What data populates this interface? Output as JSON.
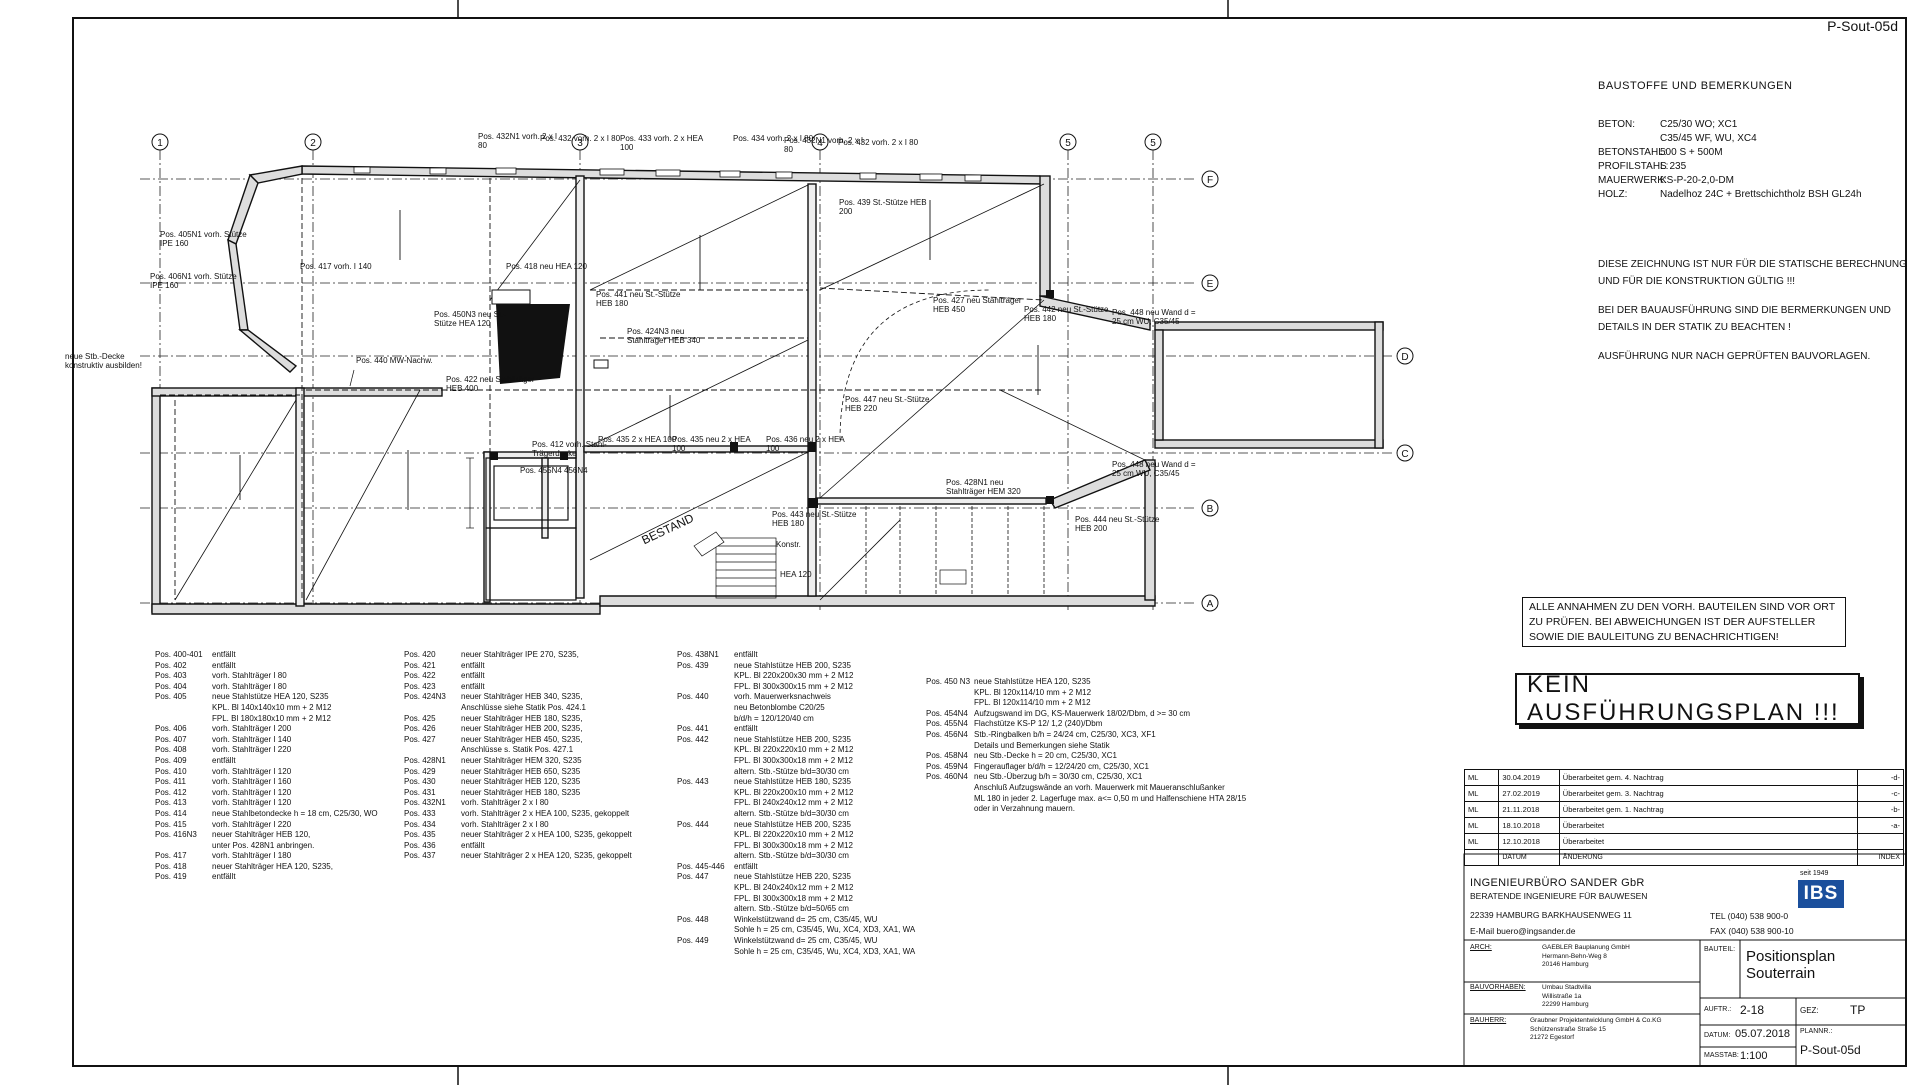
{
  "sheet_id": "P-Sout-05d",
  "materials": {
    "title": "BAUSTOFFE UND BEMERKUNGEN",
    "rows": [
      {
        "k": "BETON:",
        "v": "C25/30 WO; XC1"
      },
      {
        "k": "",
        "v": "C35/45 WF, WU, XC4"
      },
      {
        "k": "BETONSTAHL:",
        "v": "500 S + 500M"
      },
      {
        "k": "PROFILSTAHL:",
        "v": "S 235"
      },
      {
        "k": "MAUERWERK:",
        "v": "KS-P-20-2,0-DM"
      },
      {
        "k": "HOLZ:",
        "v": "Nadelhoz 24C + Brettschichtholz BSH GL24h"
      }
    ]
  },
  "notes": [
    "DIESE ZEICHNUNG IST NUR FÜR DIE STATISCHE BERECHNUNG UND FÜR DIE KONSTRUKTION GÜLTIG !!!",
    "BEI DER BAUAUSFÜHRUNG SIND DIE BERMERKUNGEN UND DETAILS IN DER STATIK ZU BEACHTEN !",
    "AUSFÜHRUNG NUR NACH GEPRÜFTEN BAUVORLAGEN."
  ],
  "warning_box": "ALLE ANNAHMEN ZU DEN VORH. BAUTEILEN SIND VOR ORT ZU PRÜFEN. BEI ABWEICHUNGEN IST DER AUFSTELLER SOWIE DIE BAULEITUNG ZU BENACHRICHTIGEN!",
  "not_execution_plan": "KEIN AUSFÜHRUNGSPLAN !!!",
  "revisions": [
    {
      "by": "ML",
      "date": "30.04.2019",
      "change": "Überarbeitet gem. 4. Nachtrag",
      "index": "-d-"
    },
    {
      "by": "ML",
      "date": "27.02.2019",
      "change": "Überarbeitet gem. 3. Nachtrag",
      "index": "-c-"
    },
    {
      "by": "ML",
      "date": "21.11.2018",
      "change": "Überarbeitet gem. 1. Nachtrag",
      "index": "-b-"
    },
    {
      "by": "ML",
      "date": "18.10.2018",
      "change": "Überarbeitet",
      "index": "-a-"
    },
    {
      "by": "ML",
      "date": "12.10.2018",
      "change": "Überarbeitet",
      "index": ""
    }
  ],
  "rev_header": {
    "date": "DATUM",
    "change": "ÄNDERUNG",
    "index": "INDEX"
  },
  "office": {
    "name": "INGENIEURBÜRO SANDER GbR",
    "sub": "BERATENDE INGENIEURE FÜR BAUWESEN",
    "address": "22339 HAMBURG BARKHAUSENWEG 11",
    "email": "E-Mail buero@ingsander.de",
    "tel": "TEL (040) 538 900-0",
    "fax": "FAX (040) 538 900-10",
    "since": "seit 1949",
    "logo": "IBS"
  },
  "parties": [
    {
      "role": "ARCH:",
      "lines": [
        "GAEBLER Bauplanung GmbH",
        "Hermann-Behn-Weg 8",
        "20146 Hamburg"
      ]
    },
    {
      "role": "BAUVORHABEN:",
      "lines": [
        "Umbau Stadtvilla",
        "Willistraße 1a",
        "22299 Hamburg"
      ]
    },
    {
      "role": "BAUHERR:",
      "lines": [
        "Graubner Projektentwicklung GmbH & Co.KG",
        "Schützenstraße Straße 15",
        "21272 Egestorf"
      ]
    }
  ],
  "titleblock": {
    "bauteil_label": "BAUTEIL:",
    "bauteil": "Positionsplan Souterrain",
    "auftr_label": "AUFTR.:",
    "auftr": "2-18",
    "gez_label": "GEZ:",
    "gez": "TP",
    "datum_label": "DATUM:",
    "datum": "05.07.2018",
    "plannr_label": "PLANNR.:",
    "plannr": "P-Sout-05d",
    "massstab_label": "MASSTAB:",
    "massstab": "1:100"
  },
  "grid_axes": [
    "1",
    "2",
    "3",
    "4",
    "5",
    "5",
    "F",
    "E",
    "D",
    "C",
    "B",
    "A"
  ],
  "plan_labels": [
    "Pos. 432N1 vorh. 2 x I 80",
    "Pos. 432 vorh. 2 x I 80",
    "Pos. 433 vorh. 2 x HEA 100",
    "Pos. 434 vorh. 2 x I 80",
    "Pos. 432N1 vorh. 2 x I 80",
    "Pos. 432 vorh. 2 x I 80",
    "Pos. 405N1 vorh. Stütze IPE 160",
    "Pos. 406N1 vorh. Stütze IPE 160",
    "Pos. 417 vorh. I 140",
    "Pos. 418 neu HEA 120",
    "Pos. 450N3 neu St.-Stütze HEA 120",
    "Pos. 441 neu St.-Stütze HEB 180",
    "Pos. 424N3 neu Stahlträger HEB 340",
    "Pos. 439 St.-Stütze HEB 200",
    "Pos. 427 neu Stahlträger HEB 450",
    "Pos. 442 neu St.-Stütze HEB 180",
    "Pos. 448 neu Wand d = 25 cm WU, C35/45",
    "neue Stb.-Decke konstruktiv ausbilden!",
    "Pos. 440 MW-Nachw.",
    "Pos. 422 neu Stahlträger HEB 400",
    "Pos. 412 vorh. Stahl-Trägerdecke",
    "Pos. 447 neu St.-Stütze HEB 220",
    "Pos. 435 2 x HEA 100",
    "Pos. 435 neu 2 x HEA 100",
    "Pos. 436 neu 2 x HEA 100",
    "Pos. 455N4 456N4",
    "Pos. 443 neu St.-Stütze HEB 180",
    "BESTAND",
    "Pos. 428N1 neu Stahlträger HEM 320",
    "Pos. 444 neu St.-Stütze HEB 200",
    "Pos. 448 neu Wand d = 25 cm WU, C35/45",
    "Konstr.",
    "HEA 120"
  ],
  "legend_col1": [
    [
      "Pos. 400-401",
      "entfällt"
    ],
    [
      "Pos. 402",
      "entfällt"
    ],
    [
      "Pos. 403",
      "vorh. Stahlträger I 80"
    ],
    [
      "Pos. 404",
      "vorh. Stahlträger I 80"
    ],
    [
      "Pos. 405",
      "neue Stahlstütze HEA 120, S235"
    ],
    [
      "",
      "KPL. Bl 140x140x10 mm + 2 M12"
    ],
    [
      "",
      "FPL. Bl 180x180x10 mm + 2 M12"
    ],
    [
      "Pos. 406",
      "vorh. Stahlträger I 200"
    ],
    [
      "Pos. 407",
      "vorh. Stahlträger I 140"
    ],
    [
      "Pos. 408",
      "vorh. Stahlträger I 220"
    ],
    [
      "Pos. 409",
      "entfällt"
    ],
    [
      "Pos. 410",
      "vorh. Stahlträger I 120"
    ],
    [
      "Pos. 411",
      "vorh. Stahlträger I 160"
    ],
    [
      "Pos. 412",
      "vorh. Stahlträger I 120"
    ],
    [
      "Pos. 413",
      "vorh. Stahlträger I 120"
    ],
    [
      "Pos. 414",
      "neue Stahlbetondecke h = 18 cm, C25/30, WO"
    ],
    [
      "Pos. 415",
      "vorh. Stahlträger I 220"
    ],
    [
      "Pos. 416N3",
      "neuer Stahlträger HEB 120,"
    ],
    [
      "",
      "unter Pos. 428N1 anbringen."
    ],
    [
      "Pos. 417",
      "vorh. Stahlträger I 180"
    ],
    [
      "Pos. 418",
      "neuer Stahlträger HEA 120, S235,"
    ],
    [
      "Pos. 419",
      "entfällt"
    ]
  ],
  "legend_col2": [
    [
      "Pos. 420",
      "neuer Stahlträger IPE 270, S235,"
    ],
    [
      "Pos. 421",
      "entfällt"
    ],
    [
      "Pos. 422",
      "entfällt"
    ],
    [
      "Pos. 423",
      "entfällt"
    ],
    [
      "Pos. 424N3",
      "neuer Stahlträger HEB 340, S235,"
    ],
    [
      "",
      "Anschlüsse siehe Statik Pos. 424.1"
    ],
    [
      "Pos. 425",
      "neuer Stahlträger HEB 180, S235,"
    ],
    [
      "Pos. 426",
      "neuer Stahlträger HEB 200, S235,"
    ],
    [
      "Pos. 427",
      "neuer Stahlträger HEB 450, S235,"
    ],
    [
      "",
      "Anschlüsse s. Statik Pos. 427.1"
    ],
    [
      "Pos. 428N1",
      "neuer Stahlträger HEM 320, S235"
    ],
    [
      "Pos. 429",
      "neuer Stahlträger HEB 650, S235"
    ],
    [
      "Pos. 430",
      "neuer Stahlträger HEB 120, S235"
    ],
    [
      "Pos. 431",
      "neuer Stahlträger HEB 180, S235"
    ],
    [
      "Pos. 432N1",
      "vorh. Stahlträger 2 x I 80"
    ],
    [
      "Pos. 433",
      "vorh. Stahlträger 2 x HEA 100, S235, gekoppelt"
    ],
    [
      "Pos. 434",
      "vorh. Stahlträger 2 x I 80"
    ],
    [
      "Pos. 435",
      "neuer Stahlträger 2 x HEA 100, S235, gekoppelt"
    ],
    [
      "Pos. 436",
      "entfällt"
    ],
    [
      "Pos. 437",
      "neuer Stahlträger 2 x HEA 120, S235, gekoppelt"
    ]
  ],
  "legend_col3": [
    [
      "Pos. 438N1",
      "entfällt"
    ],
    [
      "Pos. 439",
      "neue Stahlstütze HEB 200, S235"
    ],
    [
      "",
      "KPL. Bl 220x200x30 mm + 2 M12"
    ],
    [
      "",
      "FPL. Bl 300x300x15 mm + 2 M12"
    ],
    [
      "Pos. 440",
      "vorh. Mauerwerksnachweis"
    ],
    [
      "",
      "neu Betonblombe C20/25"
    ],
    [
      "",
      "b/d/h = 120/120/40 cm"
    ],
    [
      "Pos. 441",
      "entfällt"
    ],
    [
      "Pos. 442",
      "neue Stahlstütze HEB 200, S235"
    ],
    [
      "",
      "KPL. Bl 220x220x10 mm + 2 M12"
    ],
    [
      "",
      "FPL. Bl 300x300x18 mm + 2 M12"
    ],
    [
      "",
      "altern. Stb.-Stütze b/d=30/30 cm"
    ],
    [
      "Pos. 443",
      "neue Stahlstütze HEB 180, S235"
    ],
    [
      "",
      "KPL. Bl 220x200x10 mm + 2 M12"
    ],
    [
      "",
      "FPL. Bl 240x240x12 mm + 2 M12"
    ],
    [
      "",
      "altern. Stb.-Stütze b/d=30/30 cm"
    ],
    [
      "Pos. 444",
      "neue Stahlstütze HEB 200, S235"
    ],
    [
      "",
      "KPL. Bl 220x220x10 mm + 2 M12"
    ],
    [
      "",
      "FPL. Bl 300x300x18 mm + 2 M12"
    ],
    [
      "",
      "altern. Stb.-Stütze b/d=30/30 cm"
    ],
    [
      "Pos. 445-446",
      "entfällt"
    ],
    [
      "Pos. 447",
      "neue Stahlstütze HEB 220, S235"
    ],
    [
      "",
      "KPL. Bl 240x240x12 mm + 2 M12"
    ],
    [
      "",
      "FPL. Bl 300x300x18 mm + 2 M12"
    ],
    [
      "",
      "altern. Stb.-Stütze b/d=50/65 cm"
    ],
    [
      "Pos. 448",
      "Winkelstützwand d= 25 cm, C35/45, WU"
    ],
    [
      "",
      "Sohle h = 25 cm, C35/45, Wu, XC4, XD3, XA1, WA"
    ],
    [
      "Pos. 449",
      "Winkelstützwand d= 25 cm, C35/45, WU"
    ],
    [
      "",
      "Sohle h = 25 cm, C35/45, Wu, XC4, XD3, XA1, WA"
    ]
  ],
  "legend_col4": [
    [
      "Pos. 450 N3",
      "neue Stahlstütze HEA 120, S235"
    ],
    [
      "",
      "KPL. Bl 120x114/10 mm + 2 M12"
    ],
    [
      "",
      "FPL. Bl 120x114/10 mm + 2 M12"
    ],
    [
      "",
      ""
    ],
    [
      "Pos. 454N4",
      "Aufzugswand im DG, KS-Mauerwerk 18/02/Dbm, d >= 30 cm"
    ],
    [
      "Pos. 455N4",
      "Flachstütze KS-P 12/ 1,2 (240)/Dbm"
    ],
    [
      "Pos. 456N4",
      "Stb.-Ringbalken b/h = 24/24 cm, C25/30, XC3, XF1"
    ],
    [
      "",
      "Details und Bemerkungen siehe Statik"
    ],
    [
      "",
      ""
    ],
    [
      "Pos. 458N4",
      "neu Stb.-Decke h = 20 cm, C25/30, XC1"
    ],
    [
      "Pos. 459N4",
      "Fingerauflager b/d/h = 12/24/20 cm, C25/30, XC1"
    ],
    [
      "Pos. 460N4",
      "neu Stb.-Überzug b/h = 30/30 cm, C25/30, XC1"
    ],
    [
      "",
      ""
    ],
    [
      "",
      "Anschluß Aufzugswände an vorh. Mauerwerk mit Maueranschlußanker"
    ],
    [
      "",
      "ML 180 in jeder 2. Lagerfuge max. a<= 0,50 m und Halfenschiene HTA 28/15"
    ],
    [
      "",
      "oder in Verzahnung mauern."
    ]
  ]
}
